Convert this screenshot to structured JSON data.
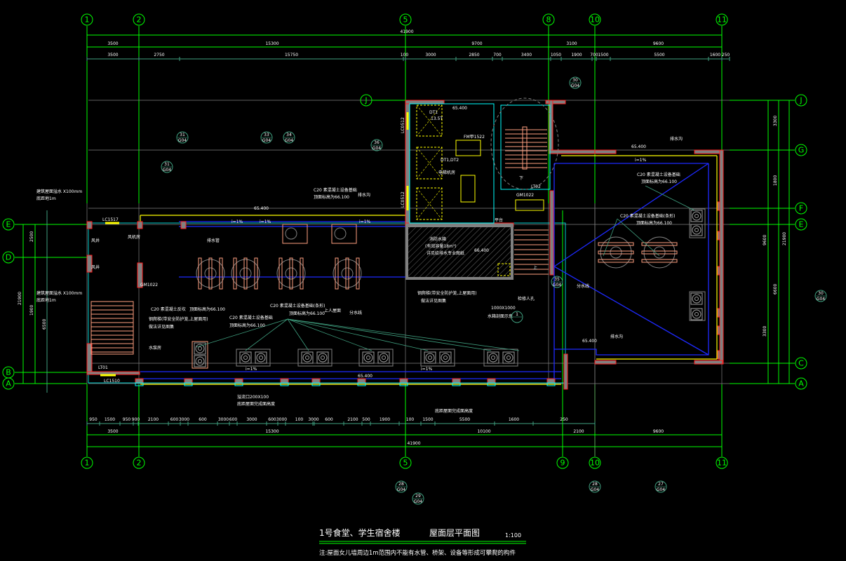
{
  "drawing": {
    "title_project": "1号食堂、学生宿舍楼",
    "title_sheet": "屋面层平面图",
    "scale": "1:100",
    "note": "注:屋面女儿墙周边1m范围内不能有水管、桥架、设备等形成可攀爬的构件"
  },
  "axes": {
    "vertical": [
      "1",
      "2",
      "5",
      "8",
      "10",
      "11"
    ],
    "vertical_bottom": [
      "1",
      "2",
      "5",
      "9",
      "10",
      "11"
    ],
    "horizontal_right": [
      "J",
      "G",
      "F",
      "E",
      "C",
      "A"
    ],
    "horizontal_left": [
      "E",
      "D",
      "B",
      "A"
    ],
    "top_left_j": "J"
  },
  "dimensions": {
    "top_total": "41900",
    "top_mid": [
      "3500",
      "15300",
      "9700",
      "3100",
      "9600"
    ],
    "top_detail": [
      "3500",
      "2750",
      "15750",
      "100",
      "3000",
      "2850",
      "700",
      "3400",
      "1050",
      "1900",
      "700",
      "1500",
      "5500",
      "1600",
      "250"
    ],
    "bottom_detail": [
      "950",
      "1500",
      "950",
      "900",
      "2100",
      "600",
      "3000",
      "600",
      "3000",
      "600",
      "3000",
      "600",
      "3000",
      "100",
      "3000",
      "600",
      "2100",
      "500",
      "1900",
      "100",
      "1500",
      "5500",
      "1600",
      "250"
    ],
    "bottom_mid": [
      "3500",
      "15300",
      "10100",
      "2100",
      "9600"
    ],
    "bottom_total": "41900",
    "left": [
      "21900",
      "2500",
      "1900",
      "6500"
    ],
    "right": [
      "21900",
      "3300",
      "1800",
      "6600",
      "9600",
      "3300"
    ]
  },
  "labels": {
    "lc1517": "LC1517",
    "lt01": "LT01",
    "lc1510": "LC1510",
    "lc0512_a": "LC0512",
    "lc0512_b": "LC0512",
    "dt1": "DT1",
    "dt1_sub": "13.5T",
    "dt12": "DT1,DT2",
    "dt12_sub": "电梯机房",
    "lt02": "LT02",
    "gm1022": "GM1022",
    "gm1022b": "GM1022",
    "fm1522": "FM甲1522",
    "elev_1": "65.400",
    "elev_2": "65.400",
    "elev_3": "65.400",
    "elev_4": "65.400",
    "elev_5": "65.400",
    "water_tank": "消防水箱",
    "water_tank_2": "(有效容量18m³)",
    "water_tank_3": "详见给排水专业图纸",
    "water_tank_elev": "66.400",
    "drain_1": "排水沟",
    "drain_2": "排水沟",
    "drain_3": "排水沟",
    "roof_access": "上人屋面",
    "divide_1": "分水线",
    "divide_2": "分水线",
    "hatch": "检修人孔",
    "hatch_size": "1000X1000",
    "tank_section": "水箱剖面示意",
    "ladder": "钢爬梯(带安全防护笼,上屋面用)",
    "ladder_2": "做法详见图集",
    "equip_base_1": "C20 素混凝土设备基础",
    "equip_base_1b": "顶面标高为66.100",
    "equip_base_2": "C20 素混凝土设备基础",
    "equip_base_2b": "顶面标高为66.100",
    "equip_base_3": "C20 素混凝土反坎",
    "equip_base_3b": "顶面标高为66.100",
    "equip_base_4": "C20 素混凝土设备基础(条形)",
    "equip_base_4b": "顶面标高为66.100",
    "equip_base_5": "C20 素混凝土设备基础",
    "equip_base_5b": "顶面标高为66.100",
    "equip_base_6": "C20 素混凝土设备基础(条形)",
    "equip_base_6b": "顶面标高为66.100",
    "vent_1": "风机房",
    "vent_2": "风井",
    "vent_3": "风井",
    "slope_1": "i=1%",
    "slope_2": "i=1%",
    "slope_3": "i=1%",
    "slope_4": "i=1%",
    "slope_5": "i=1%",
    "slope_6": "i=1%",
    "water_pipe": "排水管",
    "overflow": "溢流口200X100",
    "overflow_2": "底距屋面完成面高度",
    "cable": "建筑屋面溢水 X100mm",
    "cable_b": "底距地1m",
    "cable2": "建筑屋面溢水 X100mm",
    "cable2_b": "底距地1m",
    "pump": "水泵房",
    "platform": "平台",
    "stair_up": "上",
    "stair_down": "下",
    "detail_28": "28",
    "detail_29": "29",
    "detail_31": "31",
    "detail_33": "33",
    "detail_34": "34",
    "detail_35": "35",
    "detail_36": "36",
    "detail_30": "30",
    "detail_27": "27",
    "detail_sheet": "G04",
    "detail_1": "1"
  }
}
